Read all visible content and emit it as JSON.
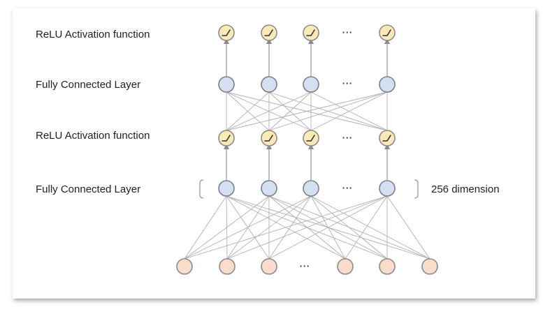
{
  "labels": {
    "relu_top": "ReLU Activation function",
    "fc_top": "Fully Connected Layer",
    "relu_mid": "ReLU Activation function",
    "fc_bottom": "Fully Connected Layer",
    "dimension": "256 dimension"
  },
  "ellipsis": "···",
  "colors": {
    "input_fill": "#fadccb",
    "input_stroke": "#8a8a8a",
    "hidden_fill": "#d5dff2",
    "hidden_stroke": "#7a7f88",
    "relu_fill": "#fbeab8",
    "relu_stroke": "#8a8a8a",
    "edge": "#b0b0b0",
    "arrow": "#8a8a8a"
  },
  "icons": {
    "activation": "relu-curve-icon",
    "bracket_left": "left-bracket-icon",
    "bracket_right": "right-bracket-icon"
  }
}
